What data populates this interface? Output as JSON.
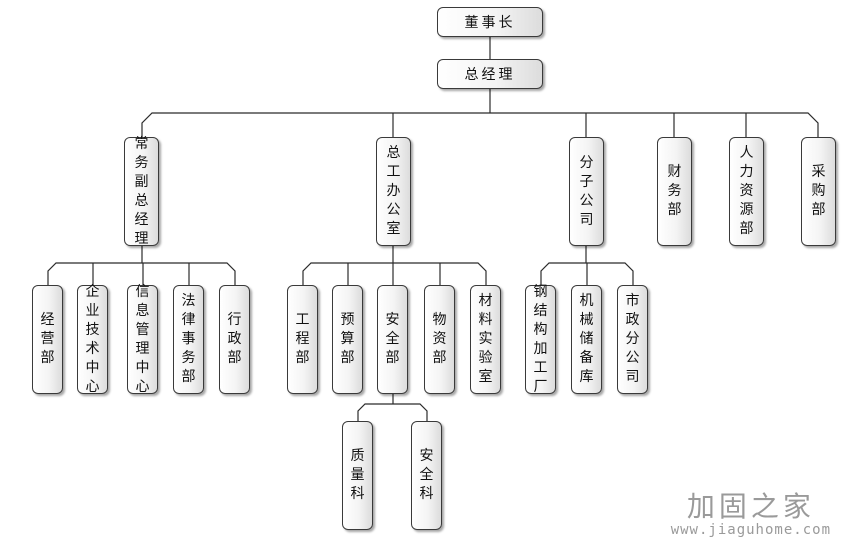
{
  "chart_data": {
    "type": "org-chart",
    "root": "董事长",
    "nodes": {
      "chairman": "董事长",
      "gm": "总经理",
      "exec_vp": "常务副总经理",
      "chief_eng_office": "总工办公室",
      "branch": "分子公司",
      "finance": "财务部",
      "hr": "人力资源部",
      "purchasing": "采购部",
      "operations": "经营部",
      "tech_center": "企业技术中心",
      "info_center": "信息管理中心",
      "legal": "法律事务部",
      "admin": "行政部",
      "engineering": "工程部",
      "budget": "预算部",
      "safety": "安全部",
      "materials": "物资部",
      "lab": "材料实验室",
      "steel_plant": "钢结构加工厂",
      "machinery": "机械储备库",
      "municipal": "市政分公司",
      "quality": "质量科",
      "safety_section": "安全科"
    },
    "edges": [
      [
        "董事长",
        "总经理"
      ],
      [
        "总经理",
        "常务副总经理"
      ],
      [
        "总经理",
        "总工办公室"
      ],
      [
        "总经理",
        "分子公司"
      ],
      [
        "总经理",
        "财务部"
      ],
      [
        "总经理",
        "人力资源部"
      ],
      [
        "总经理",
        "采购部"
      ],
      [
        "常务副总经理",
        "经营部"
      ],
      [
        "常务副总经理",
        "企业技术中心"
      ],
      [
        "常务副总经理",
        "信息管理中心"
      ],
      [
        "常务副总经理",
        "法律事务部"
      ],
      [
        "常务副总经理",
        "行政部"
      ],
      [
        "总工办公室",
        "工程部"
      ],
      [
        "总工办公室",
        "预算部"
      ],
      [
        "总工办公室",
        "安全部"
      ],
      [
        "总工办公室",
        "物资部"
      ],
      [
        "总工办公室",
        "材料实验室"
      ],
      [
        "分子公司",
        "钢结构加工厂"
      ],
      [
        "分子公司",
        "机械储备库"
      ],
      [
        "分子公司",
        "市政分公司"
      ],
      [
        "安全部",
        "质量科"
      ],
      [
        "安全部",
        "安全科"
      ]
    ]
  },
  "watermark": {
    "title": "加固之家",
    "url": "www.jiaguhome.com"
  }
}
